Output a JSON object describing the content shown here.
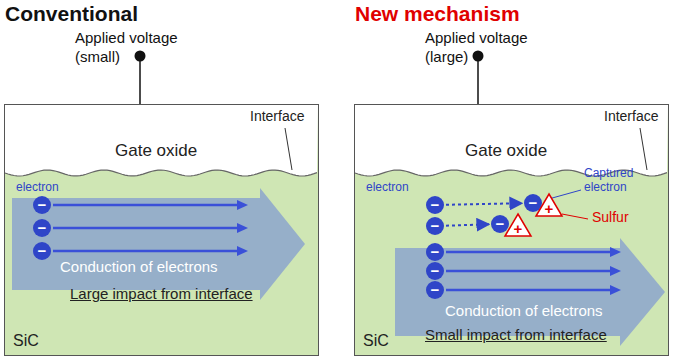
{
  "diagram": {
    "nodes": [
      {
        "text": [
          "Conventional"
        ]
      },
      {
        "text": [
          "Gate oxide"
        ],
        "in": 0
      },
      {
        "text": [
          "SiC"
        ],
        "in": 0
      },
      {
        "text": [
          "Conduction of electrons",
          "Large impact from interface"
        ],
        "in": 2
      },
      {
        "text": [
          "−"
        ],
        "in": 3
      },
      {
        "text": [
          "−"
        ],
        "in": 3
      },
      {
        "text": [
          "−"
        ],
        "in": 3
      },
      {
        "text": [
          "New mechanism"
        ]
      },
      {
        "text": [
          "Gate oxide"
        ],
        "in": 7
      },
      {
        "text": [
          "SiC"
        ],
        "in": 7
      },
      {
        "text": [
          "Conduction of electrons",
          "Small impact from interface"
        ],
        "in": 9
      },
      {
        "text": [
          "−"
        ],
        "in": 10
      },
      {
        "text": [
          "−"
        ],
        "in": 10
      },
      {
        "text": [
          "−"
        ],
        "in": 10
      },
      {
        "text": [
          "−"
        ],
        "in": 9
      },
      {
        "text": [
          "−"
        ],
        "in": 9
      },
      {
        "text": [
          "+"
        ],
        "in": 9
      },
      {
        "text": [
          "−"
        ],
        "in": 9
      },
      {
        "text": [
          "−"
        ],
        "in": 9
      },
      {
        "text": [
          "+"
        ],
        "in": 9
      }
    ],
    "edges": [
      {
        "from": 14,
        "to": 15,
        "arrow": "to"
      },
      {
        "from": 17,
        "to": 18,
        "arrow": "to"
      }
    ],
    "labels": [
      "Applied voltage (small)",
      "Interface",
      "electron",
      "Applied voltage (large)",
      "Interface",
      "electron",
      "Captured electron",
      "Sulfur"
    ]
  }
}
